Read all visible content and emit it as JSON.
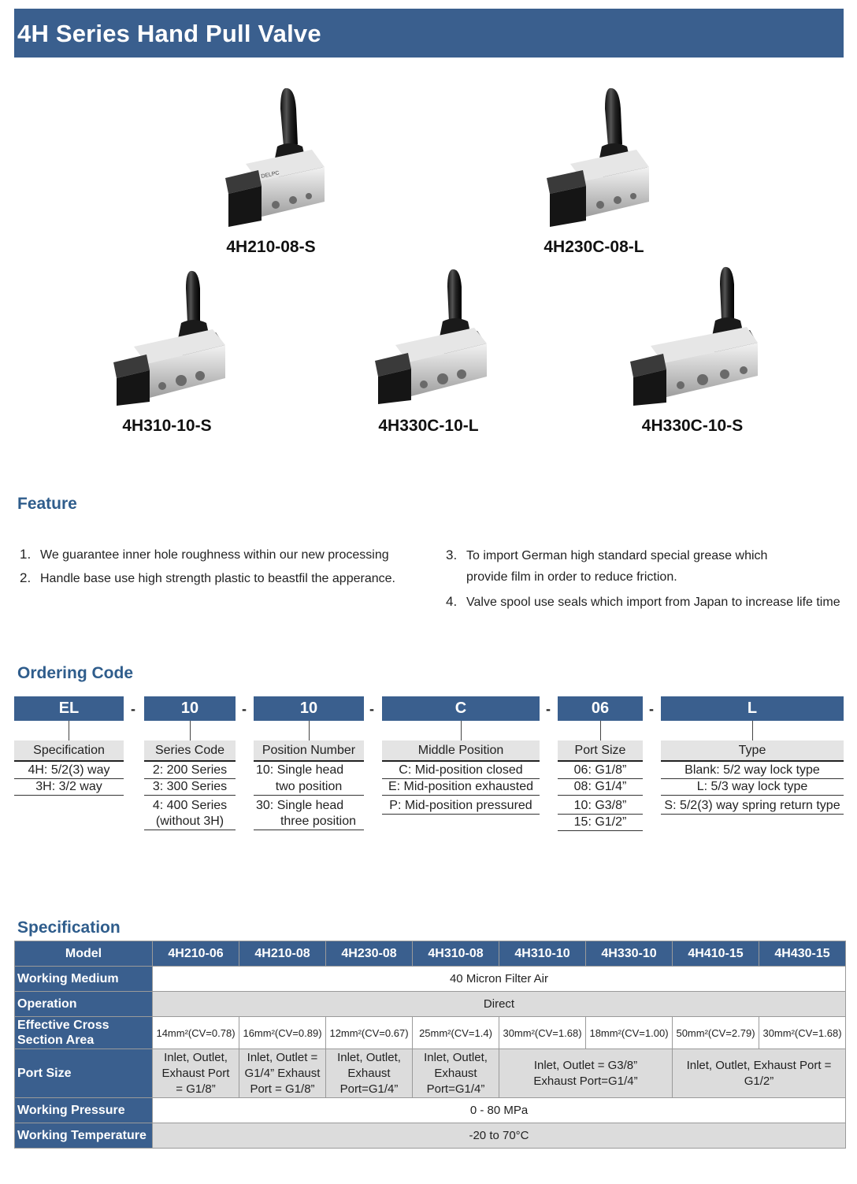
{
  "title": "4H Series Hand Pull Valve",
  "products": [
    {
      "label": "4H210-08-S"
    },
    {
      "label": "4H230C-08-L"
    },
    {
      "label": "4H310-10-S"
    },
    {
      "label": "4H330C-10-L"
    },
    {
      "label": "4H330C-10-S"
    }
  ],
  "brand_mark": "DELPC",
  "feature": {
    "heading": "Feature",
    "items": [
      {
        "num": "1.",
        "text": "We guarantee inner hole roughness within our new processing"
      },
      {
        "num": "2.",
        "text": "Handle base use high strength plastic to beastfil the apperance."
      },
      {
        "num": "3.",
        "text": "To import German high standard special grease which"
      },
      {
        "num": "",
        "text": "provide film in order to reduce friction."
      },
      {
        "num": "4.",
        "text": "Valve spool use seals which import from Japan to increase life time"
      }
    ]
  },
  "ordering": {
    "heading": "Ordering Code",
    "dash": "-",
    "columns": [
      {
        "code": "EL",
        "header": "Specification",
        "rows": [
          "4H: 5/2(3) way",
          "3H: 3/2 way"
        ]
      },
      {
        "code": "10",
        "header": "Series Code",
        "rows": [
          "2: 200 Series",
          "3: 300 Series",
          "4: 400 Series",
          "(without 3H)"
        ]
      },
      {
        "code": "10",
        "header": "Position Number",
        "rows": [
          "10: Single head",
          "two position",
          "30: Single head",
          "three position"
        ]
      },
      {
        "code": "C",
        "header": "Middle Position",
        "rows": [
          "C: Mid-position closed",
          "E: Mid-position exhausted",
          "P: Mid-position pressured"
        ]
      },
      {
        "code": "06",
        "header": "Port Size",
        "rows": [
          "06: G1/8”",
          "08: G1/4”",
          "10: G3/8”",
          "15: G1/2”"
        ]
      },
      {
        "code": "L",
        "header": "Type",
        "rows": [
          "Blank: 5/2 way lock type",
          "L: 5/3 way lock type",
          "S: 5/2(3) way spring return type"
        ]
      }
    ]
  },
  "specification": {
    "heading": "Specification",
    "model_label": "Model",
    "models": [
      "4H210-06",
      "4H210-08",
      "4H230-08",
      "4H310-08",
      "4H310-10",
      "4H330-10",
      "4H410-15",
      "4H430-15"
    ],
    "working_medium": {
      "label": "Working Medium",
      "value": "40 Micron Filter Air"
    },
    "operation": {
      "label": "Operation",
      "value": "Direct"
    },
    "effective_area": {
      "label_line1": "Effective Cross",
      "label_line2": "Section Area",
      "values": [
        "14mm²(CV=0.78)",
        "16mm²(CV=0.89)",
        "12mm²(CV=0.67)",
        "25mm²(CV=1.4)",
        "30mm²(CV=1.68)",
        "18mm²(CV=1.00)",
        "50mm²(CV=2.79)",
        "30mm²(CV=1.68)"
      ]
    },
    "port_size": {
      "label": "Port Size",
      "c1": [
        "Inlet, Outlet,",
        "Exhaust Port",
        "= G1/8”"
      ],
      "c2": [
        "Inlet, Outlet =",
        "G1/4” Exhaust",
        "Port = G1/8”"
      ],
      "c3": [
        "Inlet, Outlet,",
        "Exhaust",
        "Port=G1/4”"
      ],
      "c4": [
        "Inlet, Outlet,",
        "Exhaust",
        "Port=G1/4”"
      ],
      "c56": [
        "Inlet, Outlet = G3/8”",
        "Exhaust Port=G1/4”"
      ],
      "c78": [
        "Inlet, Outlet, Exhaust Port =",
        "G1/2”"
      ]
    },
    "working_pressure": {
      "label": "Working Pressure",
      "value": "0 - 80 MPa"
    },
    "working_temperature": {
      "label": "Working Temperature",
      "value": "-20 to 70°C"
    }
  }
}
